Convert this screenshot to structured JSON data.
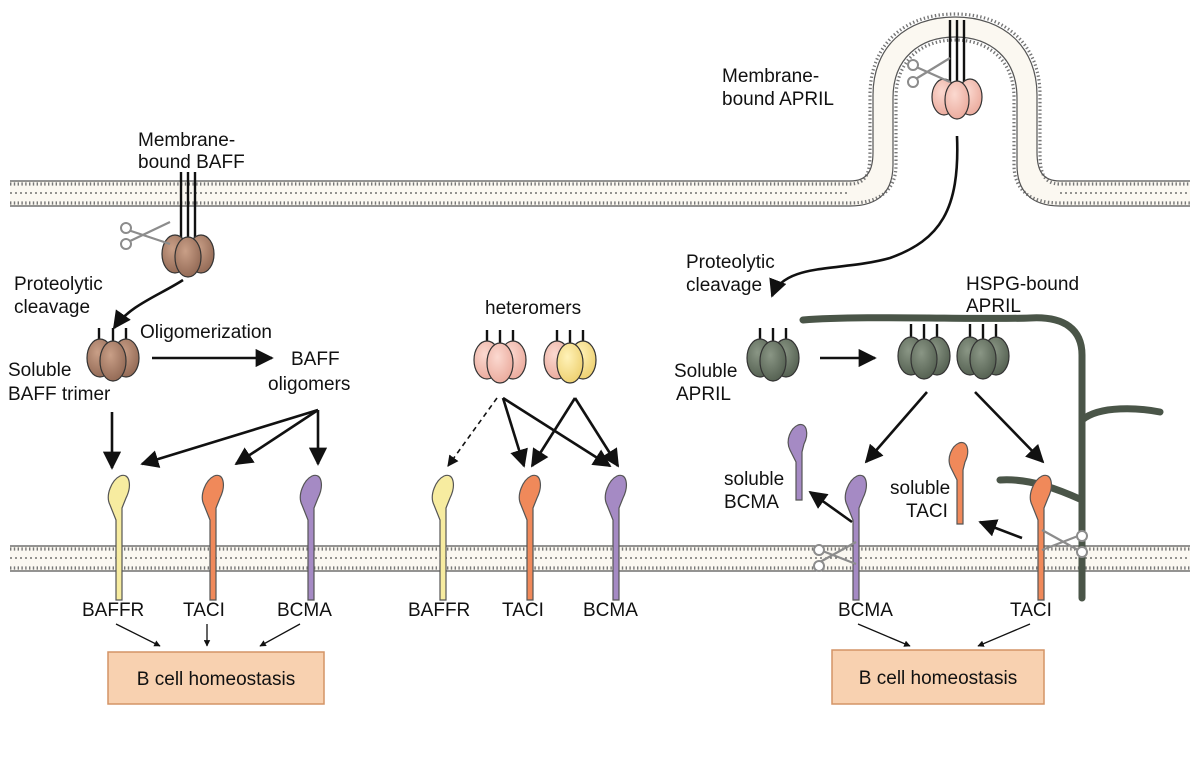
{
  "labels": {
    "membrane_baff_1": "Membrane-",
    "membrane_baff_2": "bound BAFF",
    "membrane_april_1": "Membrane-",
    "membrane_april_2": "bound APRIL",
    "proteolytic_left_1": "Proteolytic",
    "proteolytic_left_2": "cleavage",
    "oligomerization": "Oligomerization",
    "soluble_baff_1": "Soluble",
    "soluble_baff_2": "BAFF trimer",
    "baff_oligomers_1": "BAFF",
    "baff_oligomers_2": "oligomers",
    "heteromers": "heteromers",
    "proteolytic_right_1": "Proteolytic",
    "proteolytic_right_2": "cleavage",
    "hspg_1": "HSPG-bound",
    "hspg_2": "APRIL",
    "soluble_april_1": "Soluble",
    "soluble_april_2": "APRIL",
    "soluble_bcma_1": "soluble",
    "soluble_bcma_2": "BCMA",
    "soluble_taci_1": "soluble",
    "soluble_taci_2": "TACI"
  },
  "receptors": {
    "left": [
      "BAFFR",
      "TACI",
      "BCMA"
    ],
    "middle": [
      "BAFFR",
      "TACI",
      "BCMA"
    ],
    "right": [
      "BCMA",
      "TACI"
    ]
  },
  "boxes": {
    "left": "B cell homeostasis",
    "right": "B cell homeostasis"
  },
  "colors": {
    "baff": "#a57a62",
    "april_pink": "#f2bcb0",
    "april_yellow": "#f6e08e",
    "april_soluble": "#6a7766",
    "baffr": "#f7eca0",
    "taci": "#f0895a",
    "bcma": "#a58ac4",
    "box": "#f8d1b0",
    "box_border": "#d49466"
  }
}
